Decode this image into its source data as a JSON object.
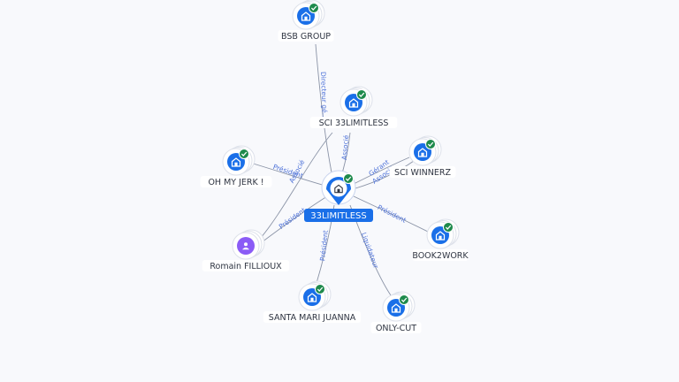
{
  "center": {
    "label": "33LIMITLESS",
    "icon": "company-icon",
    "verified": true
  },
  "nodes": [
    {
      "id": "bsb",
      "label": "BSB GROUP",
      "icon": "company-icon",
      "verified": true
    },
    {
      "id": "sci33",
      "label": "SCI 33LIMITLESS",
      "icon": "company-icon",
      "verified": true
    },
    {
      "id": "ohmy",
      "label": "OH MY JERK !",
      "icon": "company-icon",
      "verified": true
    },
    {
      "id": "winnerz",
      "label": "SCI WINNERZ",
      "icon": "company-icon",
      "verified": true
    },
    {
      "id": "romain",
      "label": "Romain FILLIOUX",
      "icon": "person-icon",
      "verified": false
    },
    {
      "id": "book2work",
      "label": "BOOK2WORK",
      "icon": "company-icon",
      "verified": true
    },
    {
      "id": "santa",
      "label": "SANTA MARI JUANNA",
      "icon": "company-icon",
      "verified": true
    },
    {
      "id": "onlycut",
      "label": "ONLY-CUT",
      "icon": "company-icon",
      "verified": true
    }
  ],
  "edges": [
    {
      "label": "Directeur gé...",
      "from": "bsb",
      "to": "center"
    },
    {
      "label": "Associé",
      "from": "sci33",
      "to": "center"
    },
    {
      "label": "Président",
      "from": "ohmy",
      "to": "center"
    },
    {
      "label": "Gérant",
      "from": "winnerz",
      "to": "center"
    },
    {
      "label": "Associé",
      "from": "winnerz",
      "to": "center"
    },
    {
      "label": "Associé",
      "from": "romain",
      "to": "sci33"
    },
    {
      "label": "Président",
      "from": "romain",
      "to": "center"
    },
    {
      "label": "Président",
      "from": "center",
      "to": "book2work"
    },
    {
      "label": "Président",
      "from": "center",
      "to": "santa"
    },
    {
      "label": "Liquidateur",
      "from": "center",
      "to": "onlycut"
    }
  ],
  "colors": {
    "accent": "#1a6fe8",
    "verified": "#1e8a4c",
    "person": "#8b5cf6",
    "edge": "#8a93a6",
    "edge_label": "#4a6fd8"
  }
}
